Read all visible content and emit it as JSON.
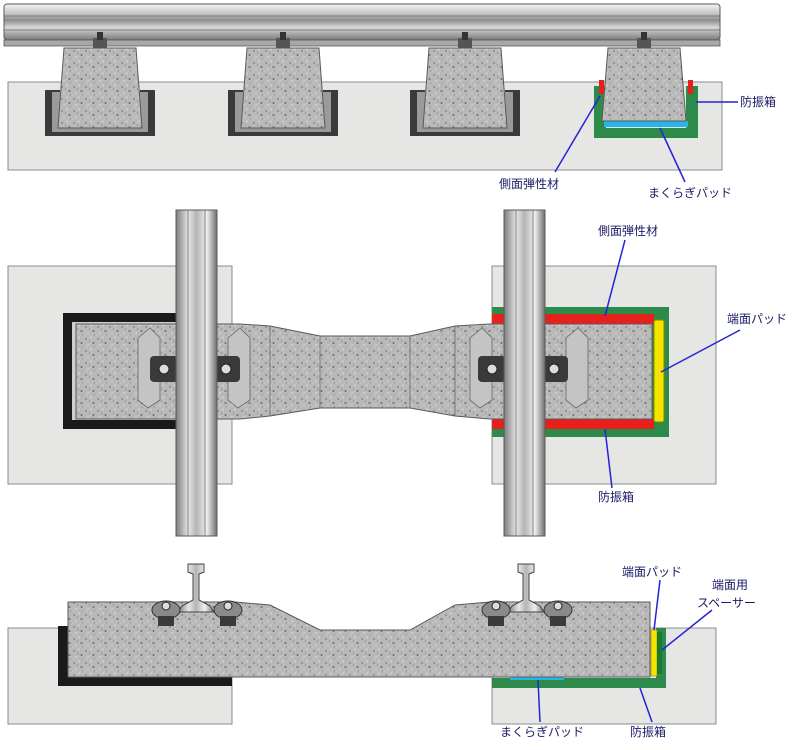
{
  "labels": {
    "top_box": "防振箱",
    "top_side_elastic": "側面弾性材",
    "top_sleeper_pad": "まくらぎパッド",
    "mid_side_elastic": "側面弾性材",
    "mid_end_pad": "端面パッド",
    "mid_box": "防振箱",
    "bot_end_pad": "端面パッド",
    "bot_end_spacer_1": "端面用",
    "bot_end_spacer_2": "スペーサー",
    "bot_sleeper_pad": "まくらぎパッド",
    "bot_box": "防振箱"
  },
  "colors": {
    "concrete": "#e6e6e4",
    "concrete_edge": "#8c8c8c",
    "sleeper": "#b7b7b7",
    "box_green": "#2e8a4a",
    "side_elastic_red": "#e8201c",
    "sleeper_pad_cyan": "#28b6e8",
    "end_pad_yellow": "#f5e400",
    "box_black": "#1a1a1a",
    "leader_blue": "#2424d6",
    "rail_grey": "#9a9a9a"
  }
}
